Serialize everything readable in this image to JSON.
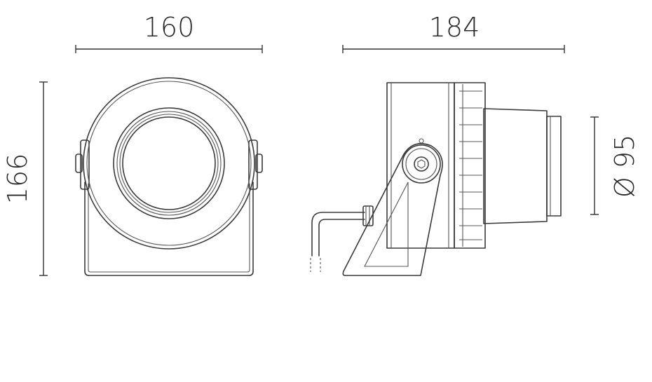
{
  "dimensions": {
    "front_width": "160",
    "side_length": "184",
    "height": "166",
    "diameter": "Ø 95"
  },
  "colors": {
    "line": "#3a3a3a",
    "background": "#ffffff"
  }
}
